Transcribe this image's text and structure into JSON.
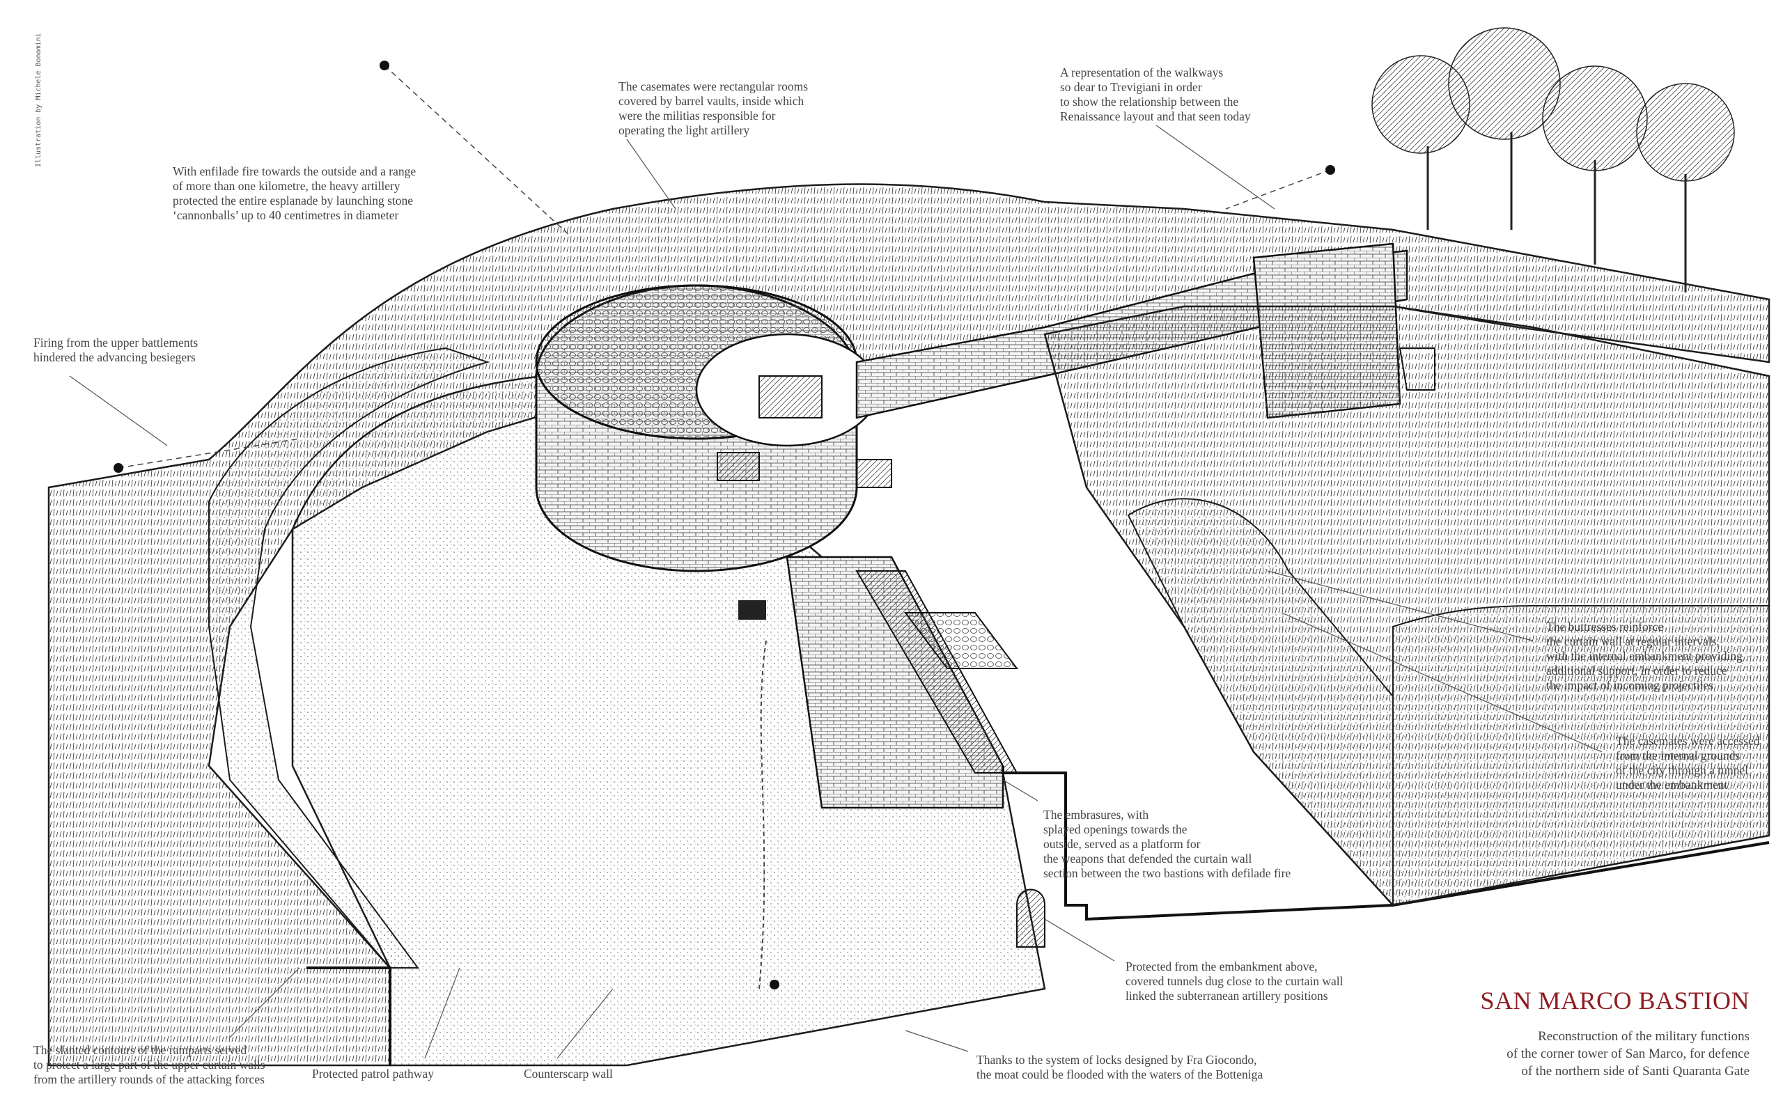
{
  "credit": "Illustration by Michele Bonomini",
  "title": "SAN MARCO BASTION",
  "subtitle": "Reconstruction of the military functions\nof the corner tower of San Marco, for defence\nof the northern side of Santi Quaranta Gate",
  "colors": {
    "title": "#8e1c22",
    "ink": "#2a2a2a",
    "annotation": "#444444"
  },
  "annotations": {
    "heavy_artillery": "With enfilade fire towards the outside and a range\nof more than one kilometre, the heavy artillery\nprotected the entire esplanade by launching stone\n‘cannonballs’ up to 40 centimetres in diameter",
    "casemates_rooms": "The casemates were rectangular rooms\ncovered by barrel vaults, inside which\nwere the militias responsible for\noperating the light artillery",
    "walkways": "A representation of the walkways\nso dear to Trevigiani in order\nto show the relationship between the\nRenaissance layout and that seen today",
    "upper_battlements": "Firing from the upper battlements\nhindered the advancing besiegers",
    "buttresses": "The buttresses reinforce\nthe curtain wall at regular intervals,\nwith the internal embankment providing\nadditional support, in order to reduce\nthe impact of incoming projectiles",
    "casemates_accessed": "The casemates were accessed\nfrom the internal grounds\nof the city through a tunnel\nunder the embankment",
    "embrasures": "The embrasures, with\nsplayed openings towards the\noutside, served as a platform for\nthe weapons that defended the curtain wall\nsection between the two bastions with defilade fire",
    "covered_tunnels": "Protected from the embankment above,\ncovered tunnels dug close to the curtain wall\nlinked the subterranean artillery positions",
    "slanted_contours": "The slanted contours of the ramparts served\nto protect a large part of the upper curtain walls\nfrom the artillery rounds of the attacking forces",
    "patrol_pathway": "Protected patrol pathway",
    "counterscarp": "Counterscarp wall",
    "locks": "Thanks to the system of locks designed by Fra Giocondo,\nthe moat could be flooded with the waters of the Botteniga"
  }
}
